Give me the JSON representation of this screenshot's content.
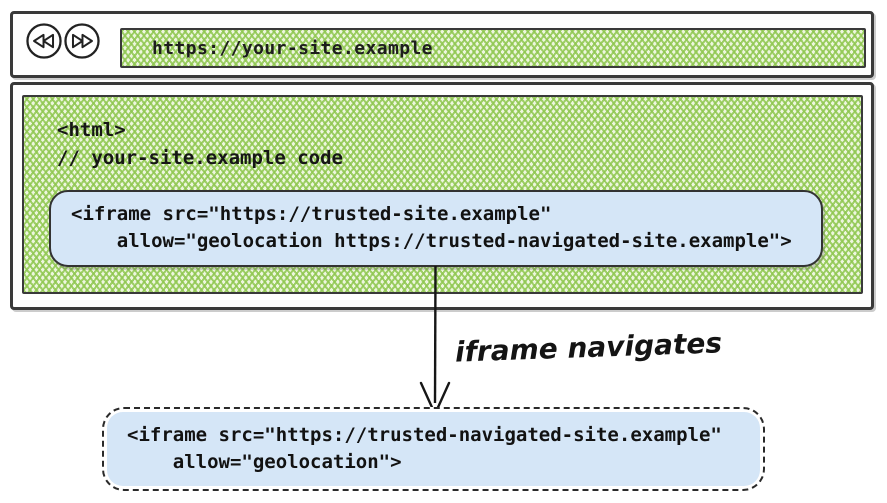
{
  "browser": {
    "url": "https://your-site.example",
    "back_icon": "rewind-icon",
    "forward_icon": "fast-forward-icon"
  },
  "page_code": {
    "line1": "<html>",
    "line2": "// your-site.example code"
  },
  "iframe_original": {
    "line1": "<iframe src=\"https://trusted-site.example\"",
    "line2": "    allow=\"geolocation https://trusted-navigated-site.example\">"
  },
  "arrow_label": "iframe navigates",
  "iframe_navigated": {
    "line1": "<iframe src=\"https://trusted-navigated-site.example\"",
    "line2": "    allow=\"geolocation\">"
  },
  "colors": {
    "hatch_green": "#8fc750",
    "hatch_background": "#edf6de",
    "snippet_blue": "#d5e6f7",
    "ink": "#3a3a3a"
  }
}
